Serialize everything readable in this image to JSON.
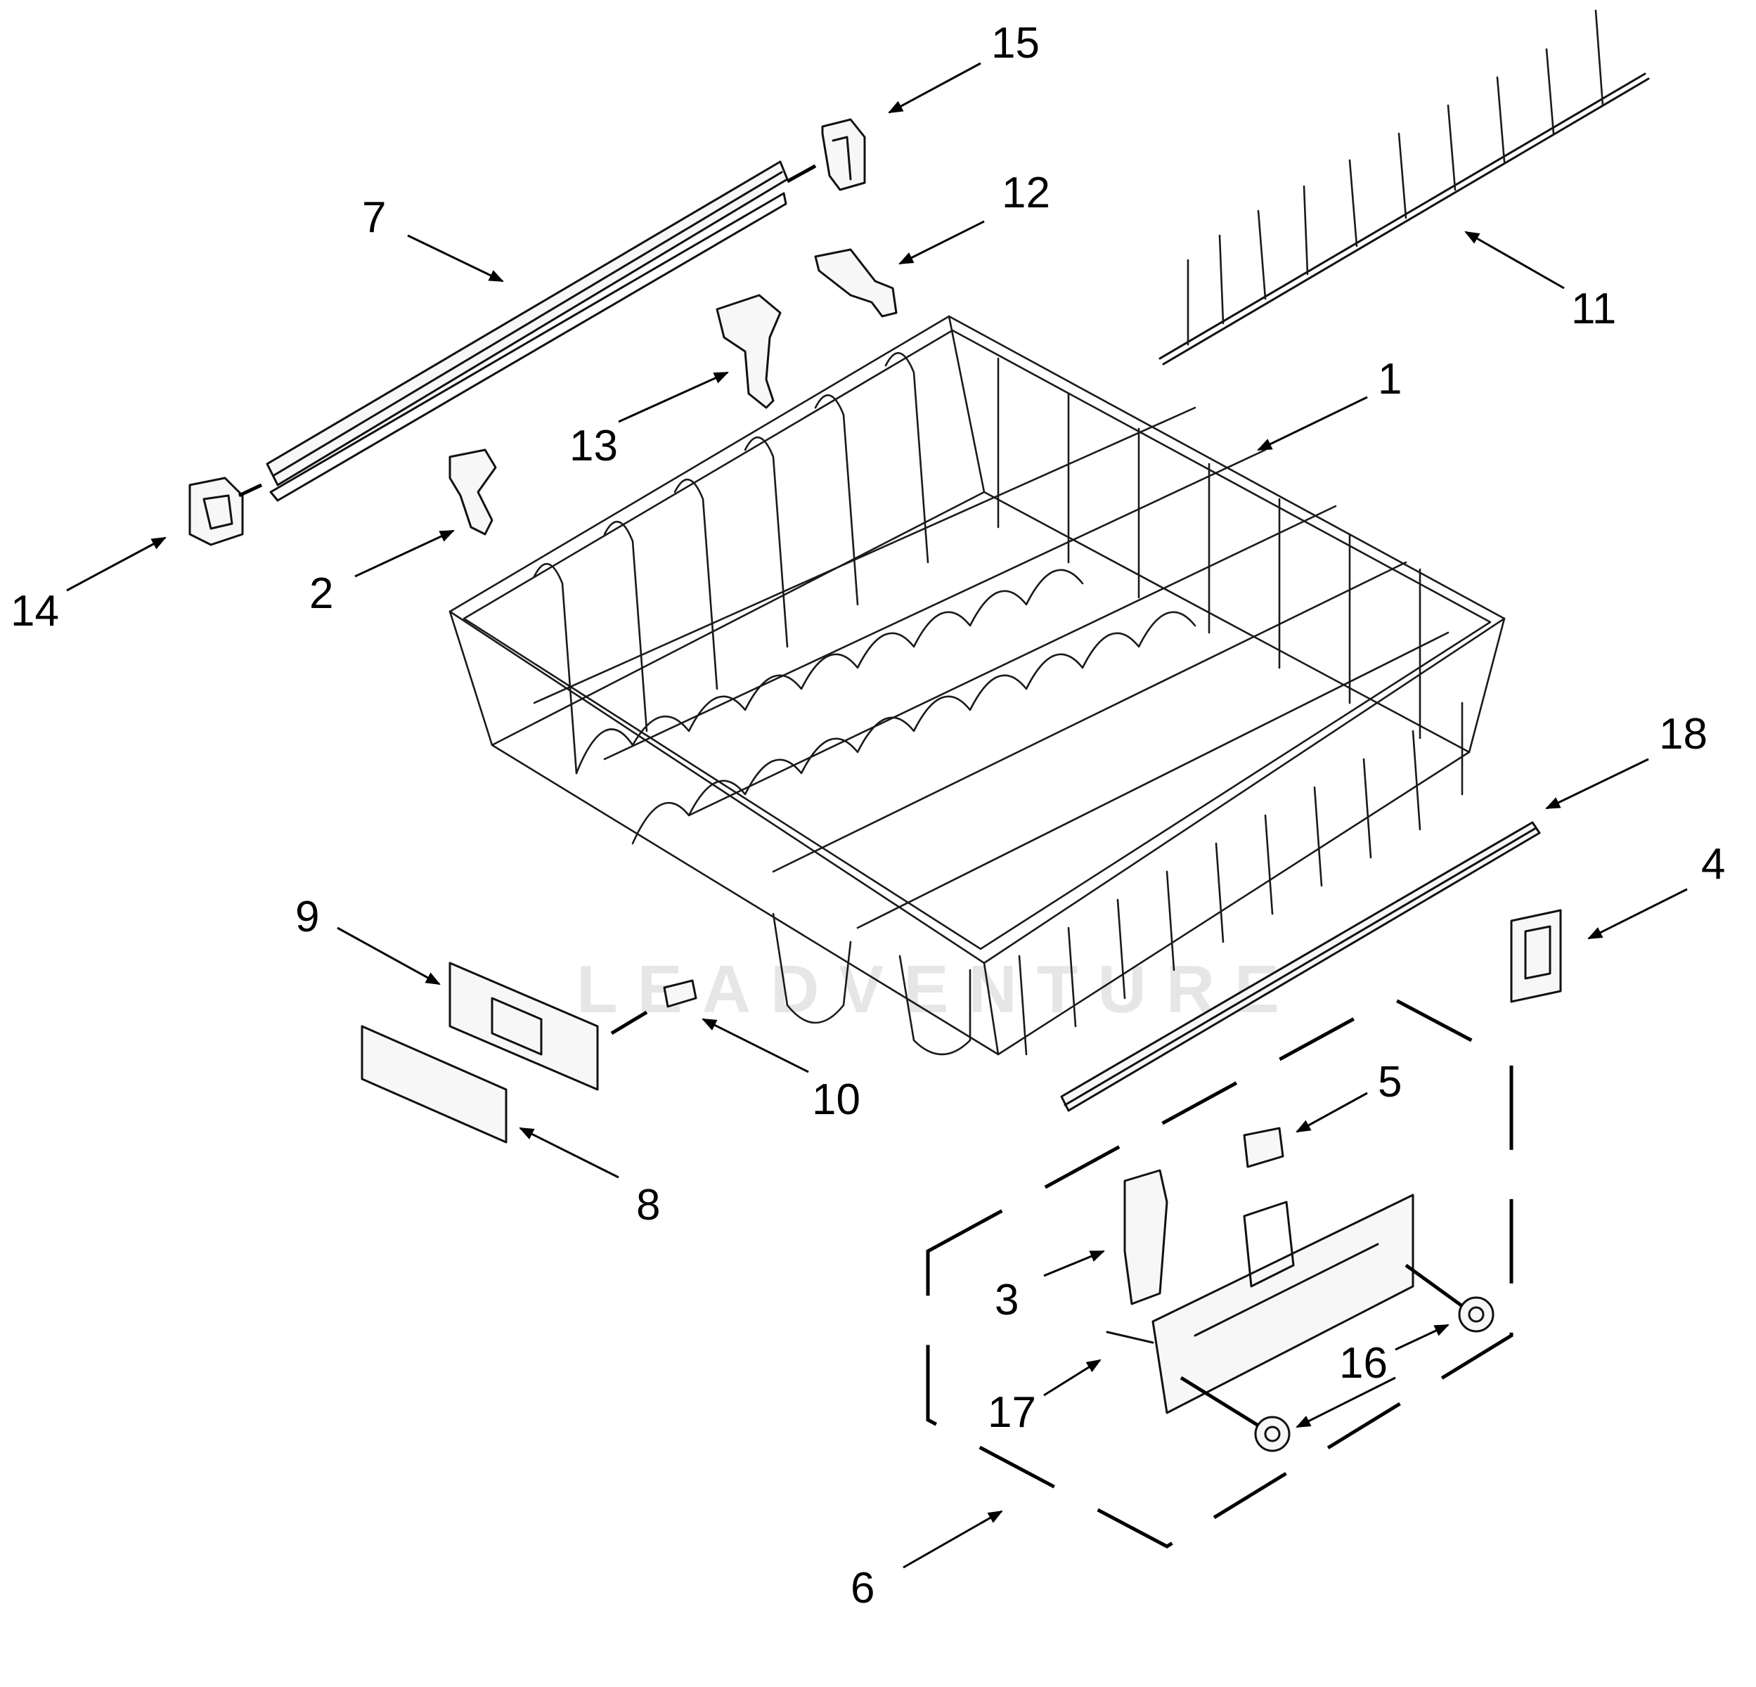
{
  "watermark": "LEADVENTURE",
  "callouts": {
    "c1": "1",
    "c2": "2",
    "c3": "3",
    "c4": "4",
    "c5": "5",
    "c6": "6",
    "c7": "7",
    "c8": "8",
    "c9": "9",
    "c10": "10",
    "c11": "11",
    "c12": "12",
    "c13": "13",
    "c14": "14",
    "c15": "15",
    "c16": "16",
    "c17": "17",
    "c18": "18"
  }
}
